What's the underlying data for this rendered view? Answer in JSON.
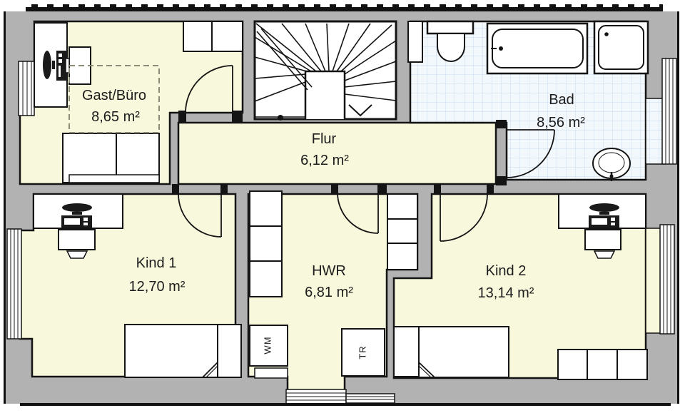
{
  "plan_type": "floor-plan",
  "rooms": [
    {
      "id": "gast-buero",
      "name": "Gast/Büro",
      "area": "8,65 m²"
    },
    {
      "id": "flur",
      "name": "Flur",
      "area": "6,12 m²"
    },
    {
      "id": "bad",
      "name": "Bad",
      "area": "8,56 m²"
    },
    {
      "id": "kind-1",
      "name": "Kind 1",
      "area": "12,70 m²"
    },
    {
      "id": "hwr",
      "name": "HWR",
      "area": "6,81 m²"
    },
    {
      "id": "kind-2",
      "name": "Kind 2",
      "area": "13,14 m²"
    }
  ],
  "appliances": {
    "washing_machine": "WM",
    "dryer": "TR"
  },
  "colors": {
    "wall": "#b2b2b2",
    "floor": "#f8f8dc",
    "tile_bg": "#f3f8fd",
    "tile_line": "#c9dcee",
    "line": "#141414"
  }
}
